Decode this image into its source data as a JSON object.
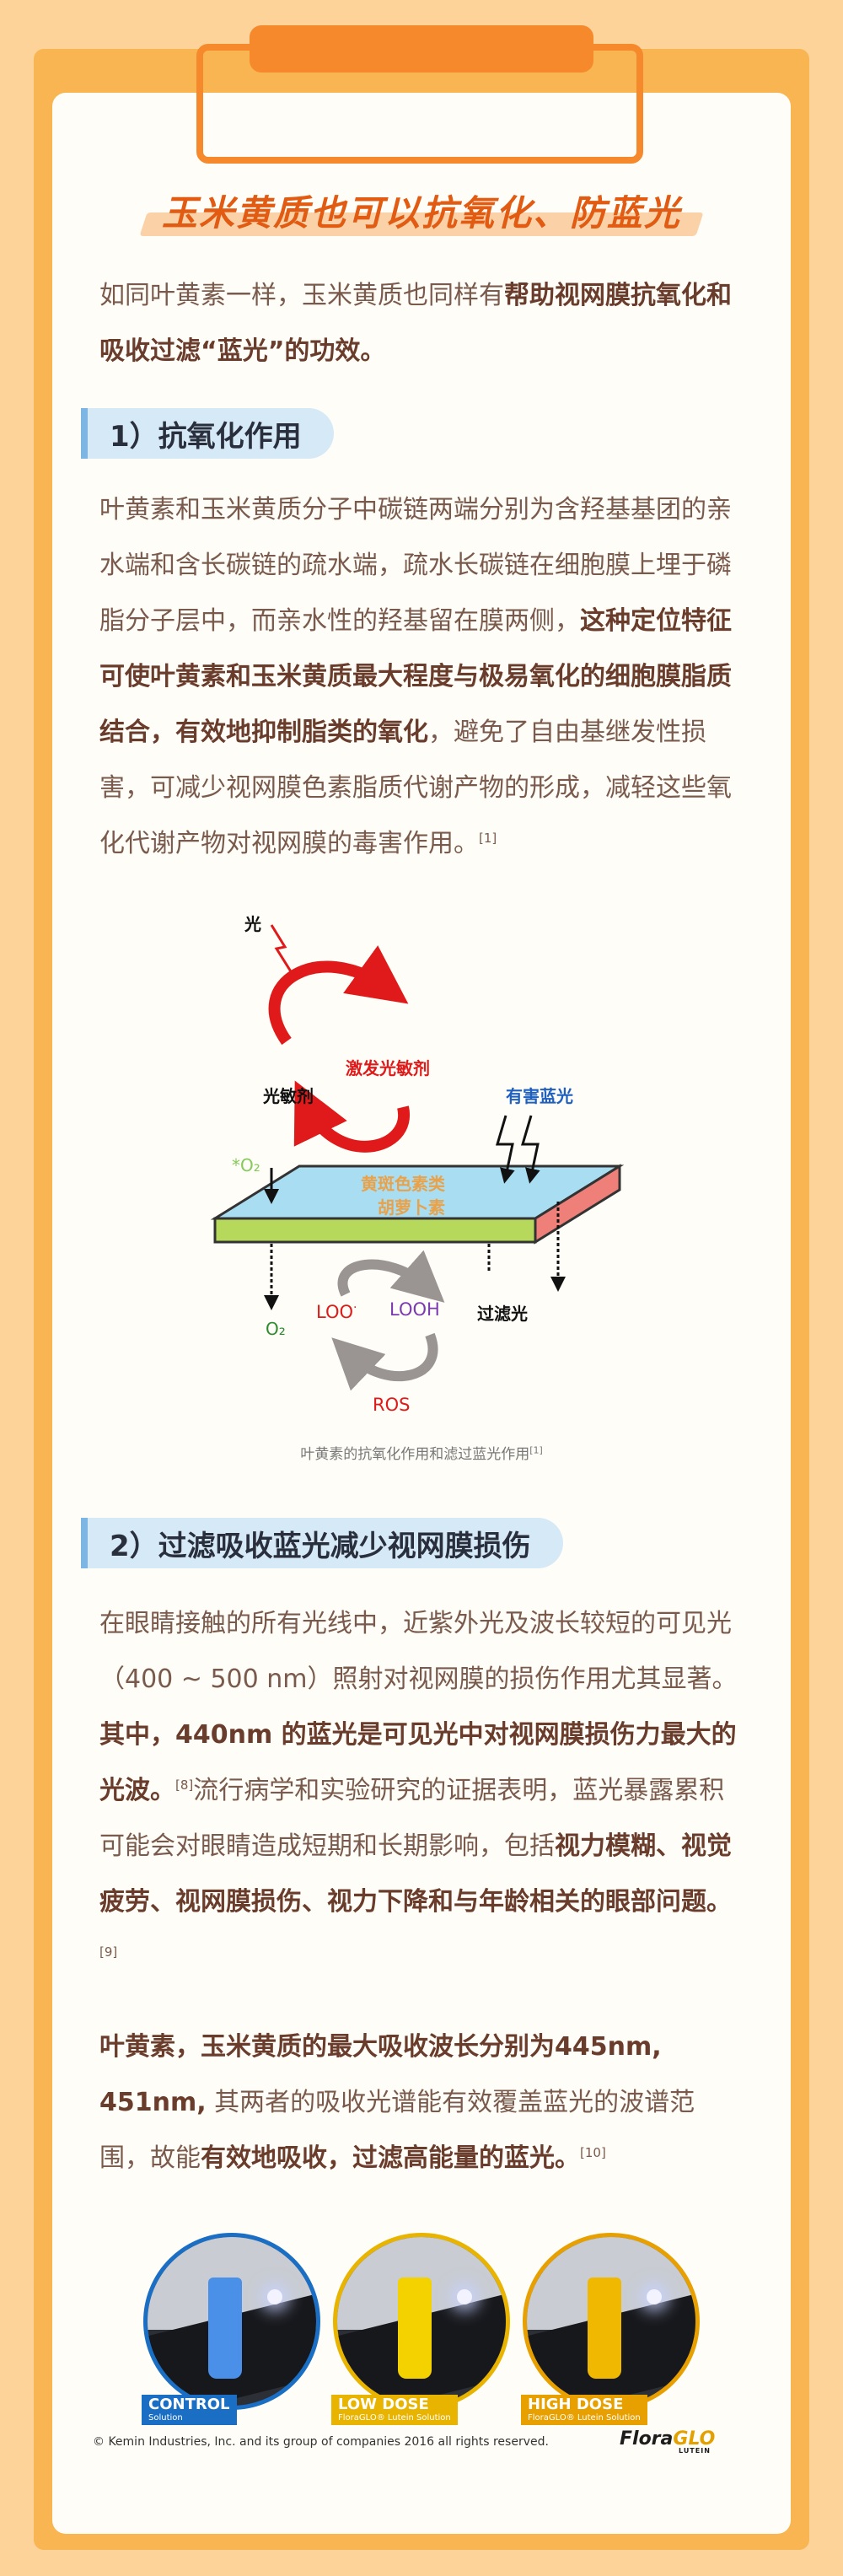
{
  "title": "玉米黄质也可以抗氧化、防蓝光",
  "intro": {
    "t1": "如同叶黄素一样，玉米黄质也同样有",
    "b1": "帮助视网膜抗氧化和吸收过滤“蓝光”的功效。"
  },
  "section1": {
    "heading": "1）抗氧化作用",
    "t1": "叶黄素和玉米黄质分子中碳链两端分别为含羟基基团的亲水端和含长碳链的疏水端，疏水长碳链在细胞膜上埋于磷脂分子层中，而亲水性的羟基留在膜两侧，",
    "b1": "这种定位特征可使叶黄素和玉米黄质最大程度与极易氧化的细胞膜脂质结合，有效地抑制脂类的氧化",
    "t2": "，避免了自由基继发性损害，可减少视网膜色素脂质代谢产物的形成，减轻这些氧化代谢产物对视网膜的毒害作用。",
    "ref": "[1]"
  },
  "diagram": {
    "light": "光",
    "excited": "激发光敏剂",
    "sensitizer": "光敏剂",
    "harmful_blue": "有害蓝光",
    "singlet_o2": "*O₂",
    "pigment1": "黄斑色素类",
    "pigment2": "胡萝卜素",
    "o2": "O₂",
    "loo": "LOO",
    "loo_sup": "·",
    "looh": "LOOH",
    "filtered": "过滤光",
    "ros": "ROS"
  },
  "caption": {
    "text": "叶黄素的抗氧化作用和滤过蓝光作用",
    "ref": "[1]"
  },
  "section2": {
    "heading": "2）过滤吸收蓝光减少视网膜损伤",
    "p1_t1": "在眼睛接触的所有光线中，近紫外光及波长较短的可见光（400 ~ 500 nm）照射对视网膜的损伤作用尤其显著。",
    "p1_b1": "其中，440nm 的蓝光是可见光中对视网膜损伤力最大的光波。",
    "p1_r1": "[8]",
    "p1_t2": "流行病学和实验研究的证据表明，蓝光暴露累积可能会对眼睛造成短期和长期影响，包括",
    "p1_b2": "视力模糊、视觉疲劳、视网膜损伤、视力下降和与年龄相关的眼部问题。",
    "p1_r2": "[9]",
    "p2_b1": "叶黄素，玉米黄质的最大吸收波长分别为445nm, 451nm,",
    "p2_t1": " 其两者的吸收光谱能有效覆盖蓝光的波谱范围，故能",
    "p2_b2": "有效地吸收，过滤高能量的蓝光。",
    "p2_r1": "[10]"
  },
  "samples": [
    {
      "label": "CONTROL",
      "sub": "Solution",
      "color": "#1a6fc4",
      "vial": "#4a8fe8"
    },
    {
      "label": "LOW DOSE",
      "sub": "FloraGLO® Lutein Solution",
      "color": "#e8b400",
      "vial": "#f3d200"
    },
    {
      "label": "HIGH DOSE",
      "sub": "FloraGLO® Lutein Solution",
      "color": "#e8a000",
      "vial": "#f0b800"
    }
  ],
  "footer": {
    "copyright": "© Kemin Industries, Inc. and its group of companies 2016 all rights reserved.",
    "brand_a": "Flora",
    "brand_b": "GLO",
    "brand_sub": "LUTEIN"
  }
}
